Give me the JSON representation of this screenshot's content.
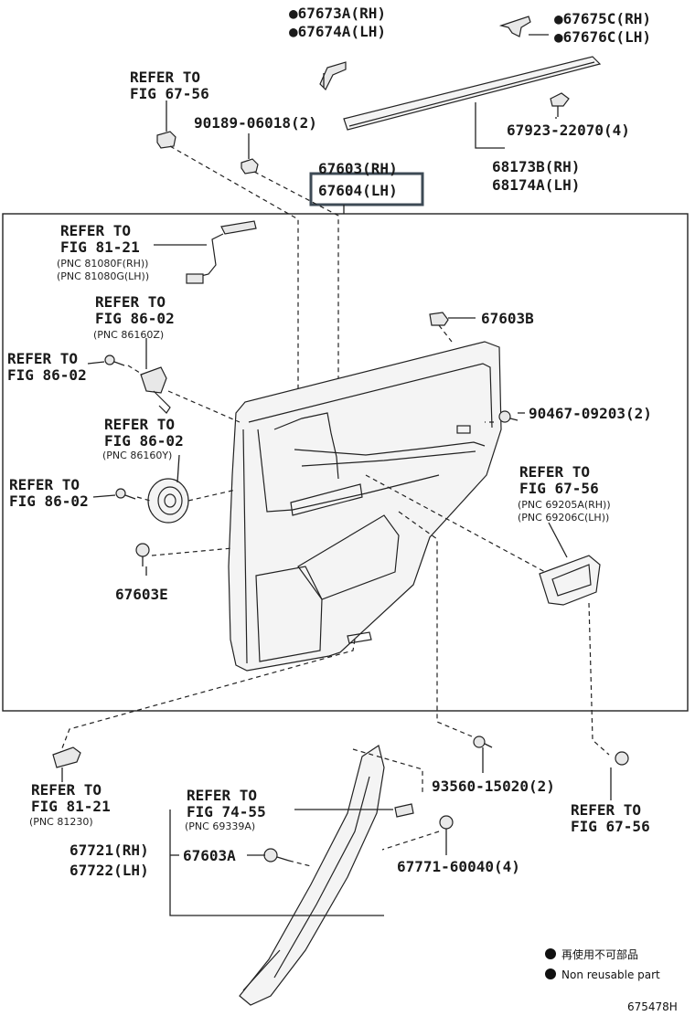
{
  "labels": {
    "p67673a": "●67673A(RH)",
    "p67674a": "●67674A(LH)",
    "p67675c": "●67675C(RH)",
    "p67676c": "●67676C(LH)",
    "refer_6756_top_1": "REFER TO",
    "refer_6756_top_2": "FIG 67-56",
    "p90189": "90189-06018(2)",
    "p67923": "67923-22070(4)",
    "p67603rh": "67603(RH)",
    "p67604lh": "67604(LH)",
    "p68173b": "68173B(RH)",
    "p68174a": "68174A(LH)",
    "refer_8121a_1": "REFER TO",
    "refer_8121a_2": "FIG 81-21",
    "refer_8121a_3": "(PNC 81080F(RH))",
    "refer_8121a_4": "(PNC 81080G(LH))",
    "refer_8602a_1": "REFER TO",
    "refer_8602a_2": "FIG 86-02",
    "refer_8602a_3": "(PNC 86160Z)",
    "p67603b": "67603B",
    "refer_8602b_1": "REFER TO",
    "refer_8602b_2": "FIG 86-02",
    "p90467": "90467-09203(2)",
    "refer_8602c_1": "REFER TO",
    "refer_8602c_2": "FIG 86-02",
    "refer_8602c_3": "(PNC 86160Y)",
    "refer_6756_mid_1": "REFER TO",
    "refer_6756_mid_2": "FIG 67-56",
    "refer_6756_mid_3": "(PNC 69205A(RH))",
    "refer_6756_mid_4": "(PNC 69206C(LH))",
    "refer_8602d_1": "REFER TO",
    "refer_8602d_2": "FIG 86-02",
    "p67603e": "67603E",
    "refer_8121b_1": "REFER TO",
    "refer_8121b_2": "FIG 81-21",
    "refer_8121b_3": "(PNC 81230)",
    "refer_7455_1": "REFER TO",
    "refer_7455_2": "FIG 74-55",
    "refer_7455_3": "(PNC 69339A)",
    "p93560": "93560-15020(2)",
    "refer_6756_bot_1": "REFER TO",
    "refer_6756_bot_2": "FIG 67-56",
    "p67721": "67721(RH)",
    "p67722": "67722(LH)",
    "p67603a": "67603A",
    "p67771": "67771-60040(4)"
  },
  "legend": {
    "line1": "再使用不可部品",
    "line2": "Non reusable part"
  },
  "figure_id": "675478H",
  "colors": {
    "ink": "#222222",
    "highlight_box": "#3d4a55",
    "paper": "#ffffff"
  }
}
